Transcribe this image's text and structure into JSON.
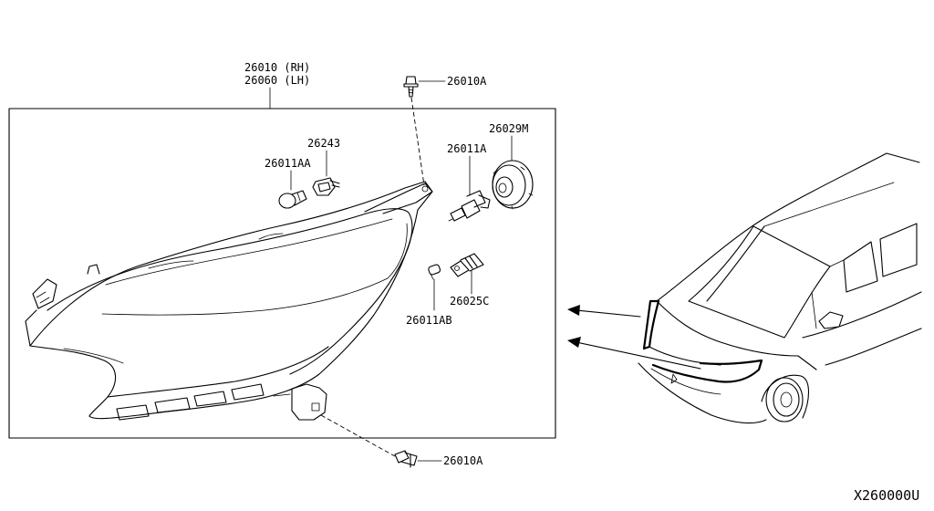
{
  "labels": {
    "assembly_rh": "26010 (RH)",
    "assembly_lh": "26060 (LH)",
    "bolt_top": "26010A",
    "bolt_bottom": "26010A",
    "bulb_26243": "26243",
    "bulb_26011AA": "26011AA",
    "bulb_26011A": "26011A",
    "cap_26029M": "26029M",
    "socket_26025C": "26025C",
    "bulb_26011AB": "26011AB",
    "figure_code": "X260000U"
  }
}
